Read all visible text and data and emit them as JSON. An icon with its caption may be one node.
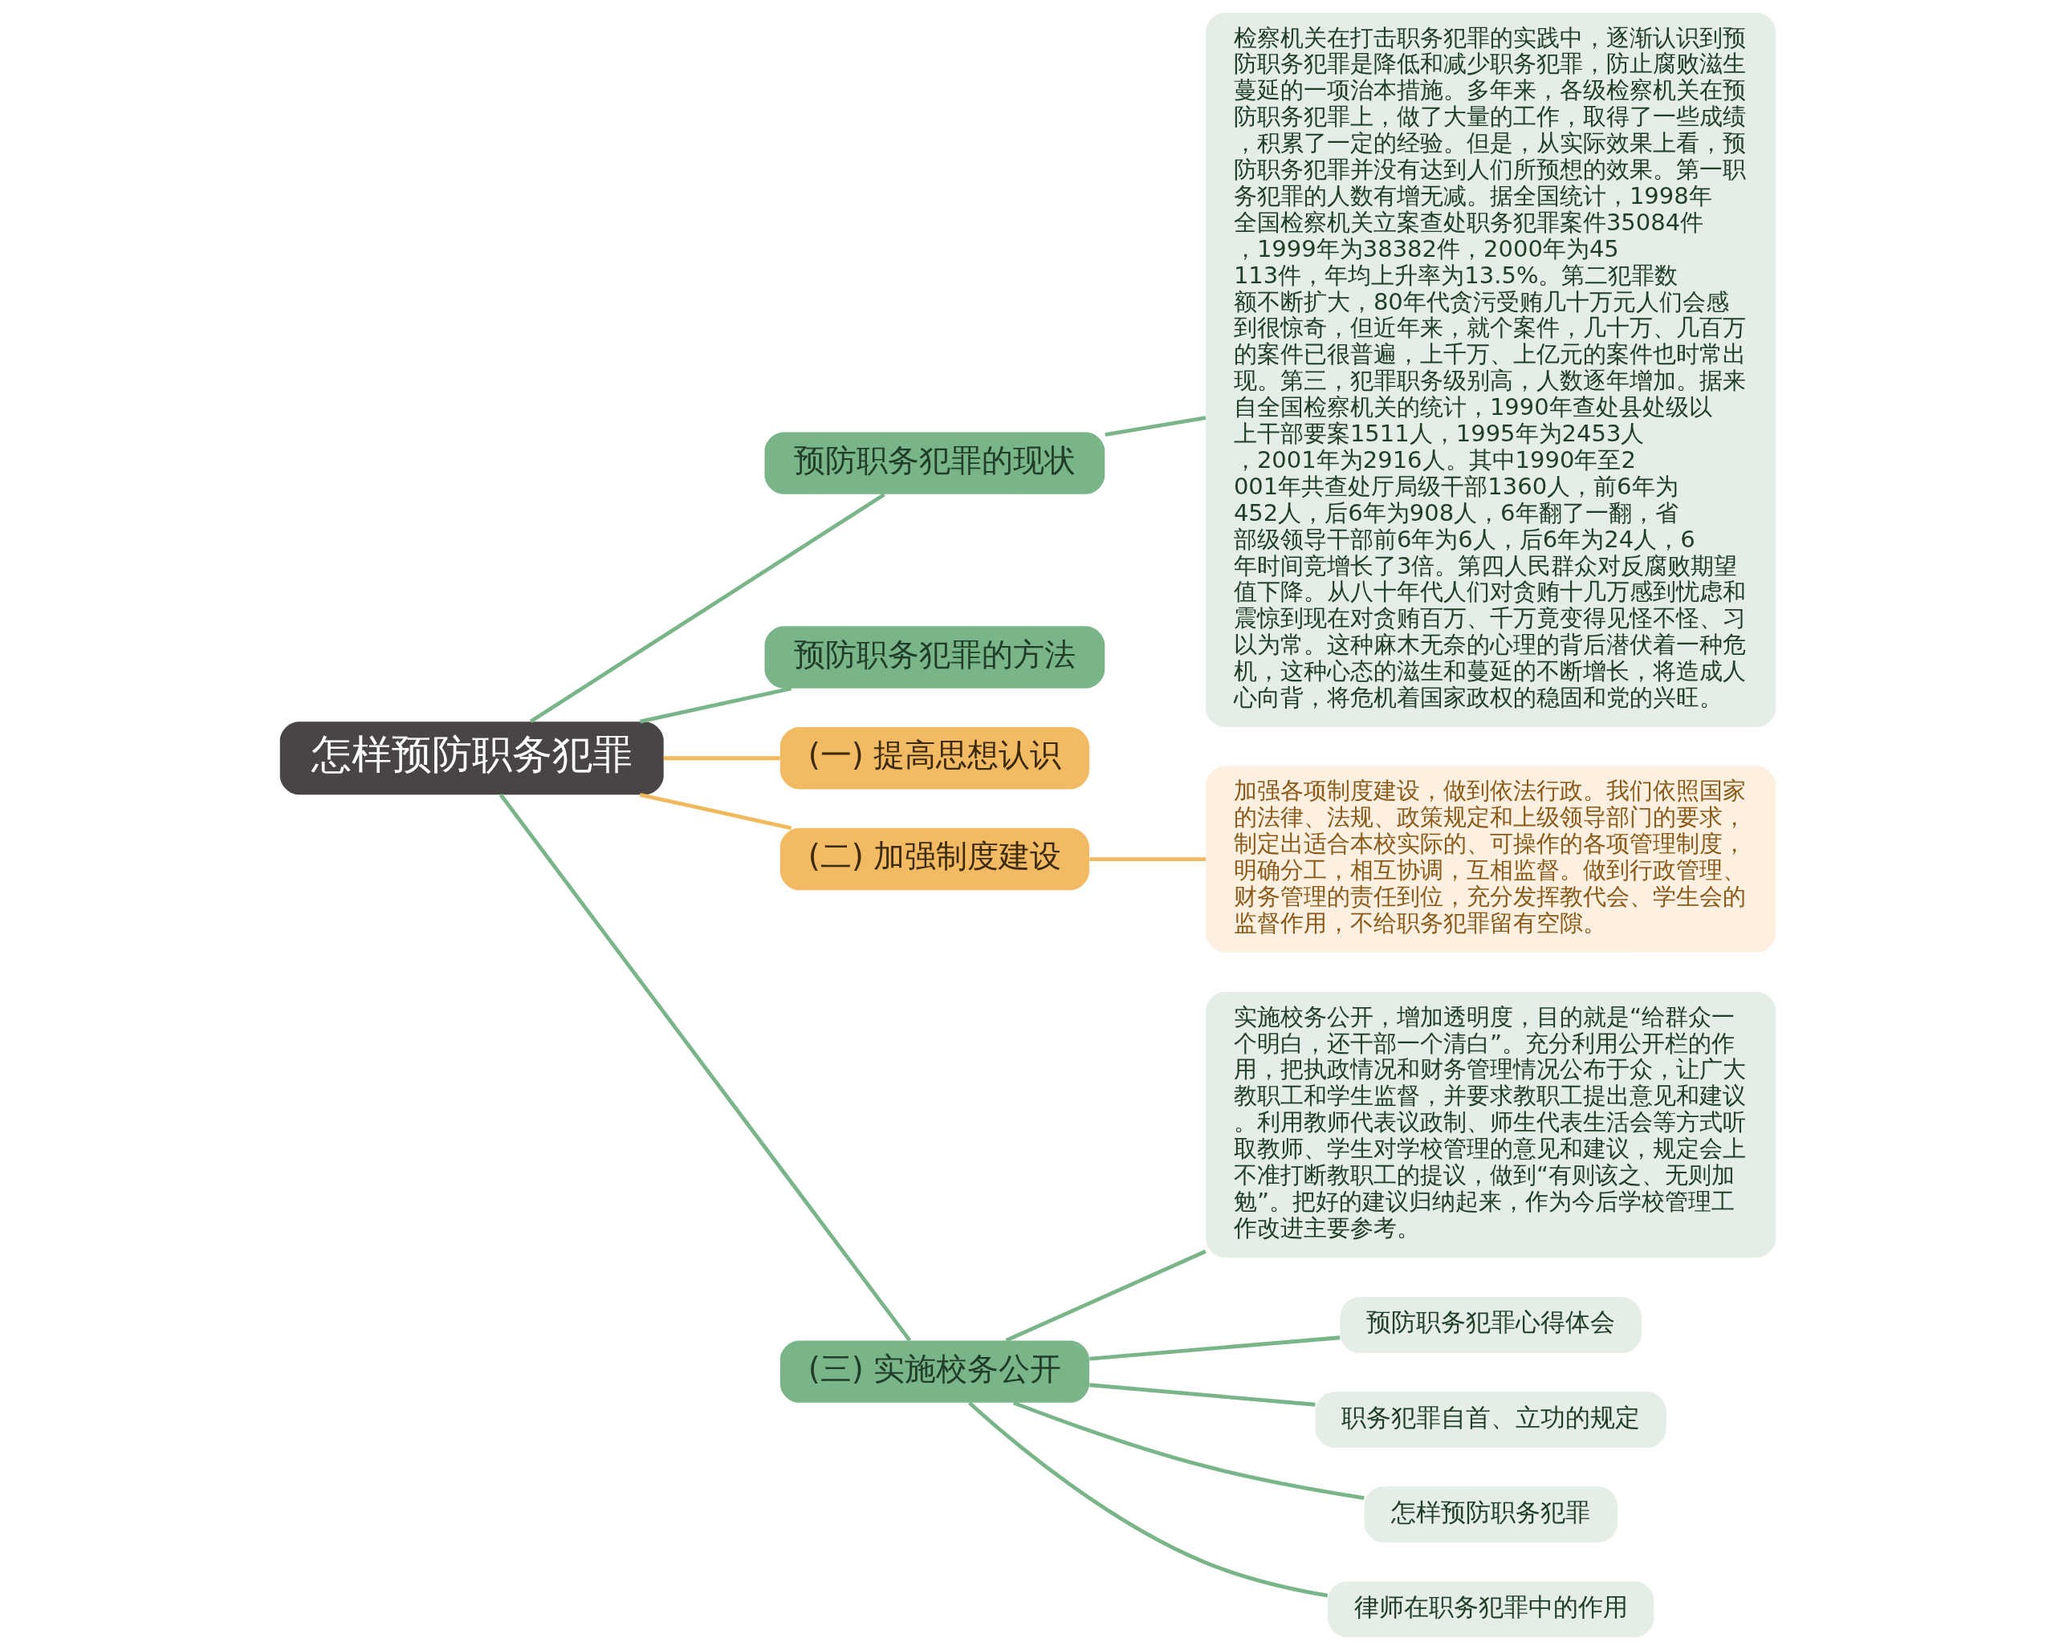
{
  "diagram": {
    "nodes": [
      {
        "text": [
          "怎样预防职务犯罪"
        ]
      },
      {
        "text": [
          "预防职务犯罪的现状"
        ]
      },
      {
        "text": [
          "检察机关在打击职务犯罪的实践中，逐渐认识到预防职务犯罪是降低和减少职务犯罪，防止腐败滋生蔓延的一项治本措施。多年来，各级检察机关在预防职务犯罪上，做了大量的工作，取得了一些成绩，积累了一定的经验。但是，从实际效果上看，预防职务犯罪并没有达到人们所预想的效果。第一职务犯罪的人数有增无减。据全国统计，1998年全国检察机关立案查处职务犯罪案件35084件，1999年为38382件，2000年为45113件，年均上升率为13.5%。第二犯罪数额不断扩大，80年代贪污受贿几十万元人们会感到很惊奇，但近年来，就个案件，几十万、几百万的案件已很普遍，上千万、上亿元的案件也时常出现。第三，犯罪职务级别高，人数逐年增加。据来自全国检察机关的统计，1990年查处县处级以上干部要案1511人，1995年为2453人，2001年为2916人。其中1990年至2001年共查处厅局级干部1360人，前6年为452人，后6年为908人，6年翻了一翻，省部级领导干部前6年为6人，后6年为24人，6年时间竞增长了3倍。第四人民群众对反腐败期望值下降。从八十年代人们对贪贿十几万感到忧虑和震惊到现在对贪贿百万、千万竟变得见怪不怪、习以为常。这种麻木无奈的心理的背后潜伏着一种危机，这种心态的滋生和蔓延的不断增长，将造成人心向背，将危机着国家政权的稳固和党的兴旺。"
        ]
      },
      {
        "text": [
          "预防职务犯罪的方法"
        ]
      },
      {
        "text": [
          "(一) 提高思想认识"
        ]
      },
      {
        "text": [
          "(二) 加强制度建设"
        ]
      },
      {
        "text": [
          "加强各项制度建设，做到依法行政。我们依照国家的法律、法规、政策规定和上级领导部门的要求，制定出适合本校实际的、可操作的各项管理制度，明确分工，相互协调，互相监督。做到行政管理、财务管理的责任到位，充分发挥教代会、学生会的监督作用，不给职务犯罪留有空隙。"
        ]
      },
      {
        "text": [
          "(三) 实施校务公开"
        ]
      },
      {
        "text": [
          "实施校务公开，增加透明度，目的就是“给群众一个明白，还干部一个清白”。充分利用公开栏的作用，把执政情况和财务管理情况公布于众，让广大教职工和学生监督，并要求教职工提出意见和建议。利用教师代表议政制、师生代表生活会等方式听取教师、学生对学校管理的意见和建议，规定会上不准打断教职工的提议，做到“有则该之、无则加勉”。把好的建议归纳起来，作为今后学校管理工作改进主要参考。"
        ]
      },
      {
        "text": [
          "预防职务犯罪心得体会"
        ]
      },
      {
        "text": [
          "职务犯罪自首、立功的规定"
        ]
      },
      {
        "text": [
          "怎样预防职务犯罪"
        ]
      },
      {
        "text": [
          "律师在职务犯罪中的作用"
        ]
      }
    ],
    "edges": [
      {
        "from": 0,
        "to": 1,
        "arrow": "none"
      },
      {
        "from": 1,
        "to": 2,
        "arrow": "none"
      },
      {
        "from": 0,
        "to": 3,
        "arrow": "none"
      },
      {
        "from": 0,
        "to": 4,
        "arrow": "none",
        "color": "#f0b95c"
      },
      {
        "from": 0,
        "to": 5,
        "arrow": "none",
        "color": "#f0b95c"
      },
      {
        "from": 5,
        "to": 6,
        "arrow": "none",
        "color": "#f0b95c"
      },
      {
        "from": 0,
        "to": 7,
        "arrow": "none"
      },
      {
        "from": 7,
        "to": 8,
        "arrow": "none"
      },
      {
        "from": 7,
        "to": 9,
        "arrow": "none"
      },
      {
        "from": 7,
        "to": 10,
        "arrow": "none"
      },
      {
        "from": 7,
        "to": 11,
        "arrow": "none"
      },
      {
        "from": 7,
        "to": 12,
        "arrow": "none"
      }
    ]
  }
}
